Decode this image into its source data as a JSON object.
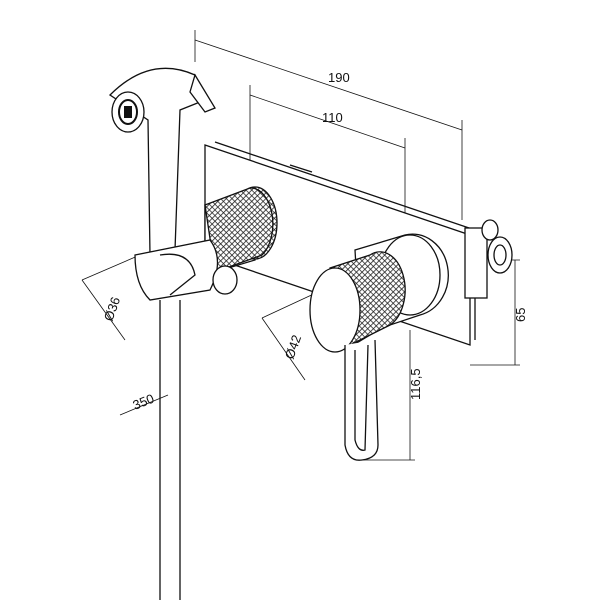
{
  "title": "Hygienic shower mixer dimensions",
  "dimensions": {
    "total_width": "190",
    "handle_spacing": "110",
    "plate_height": "65",
    "hose_drop": "116,5",
    "handle_diameter": "Ø42",
    "holder_diameter": "Ø36",
    "hose_offset": "350"
  },
  "colors": {
    "line": "#111111",
    "knurl": "#222222"
  }
}
